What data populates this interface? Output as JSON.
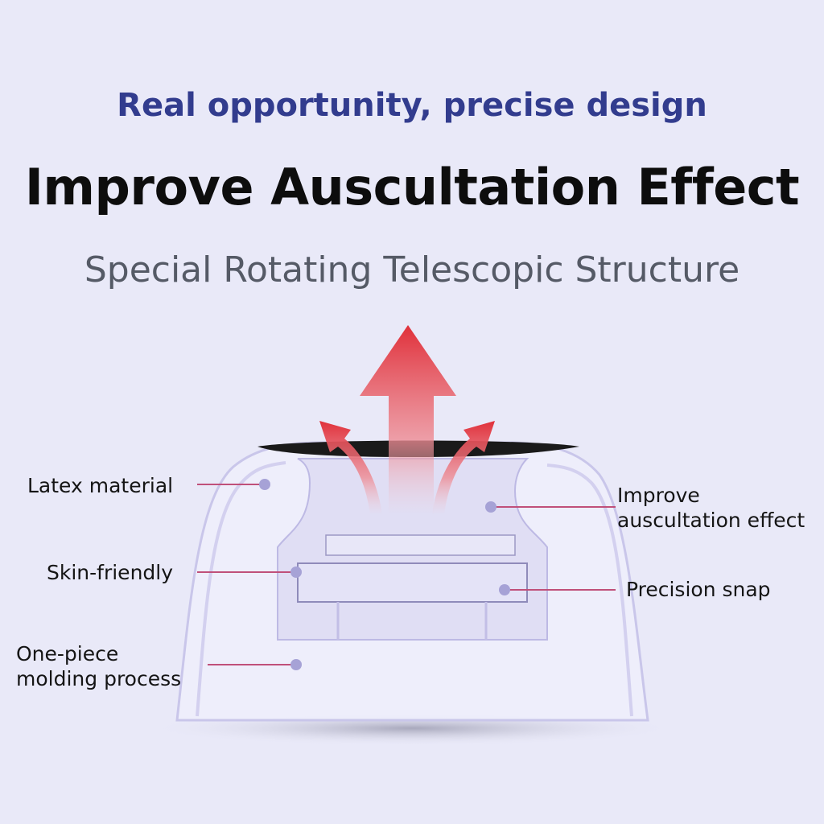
{
  "tagline": "Real opportunity, precise design",
  "headline": "Improve Auscultation Effect",
  "subheadline": "Special Rotating Telescopic Structure",
  "callouts": {
    "latex": "Latex  material",
    "skin": "Skin-friendly",
    "molding_line1": "One-piece",
    "molding_line2": "molding process",
    "improve_line1": "Improve",
    "improve_line2": "auscultation effect",
    "snap": "Precision snap"
  },
  "colors": {
    "accent": "#323c8e",
    "arrow": "#e0303a",
    "leader": "#c0507a",
    "dot": "#a6a2d6"
  }
}
